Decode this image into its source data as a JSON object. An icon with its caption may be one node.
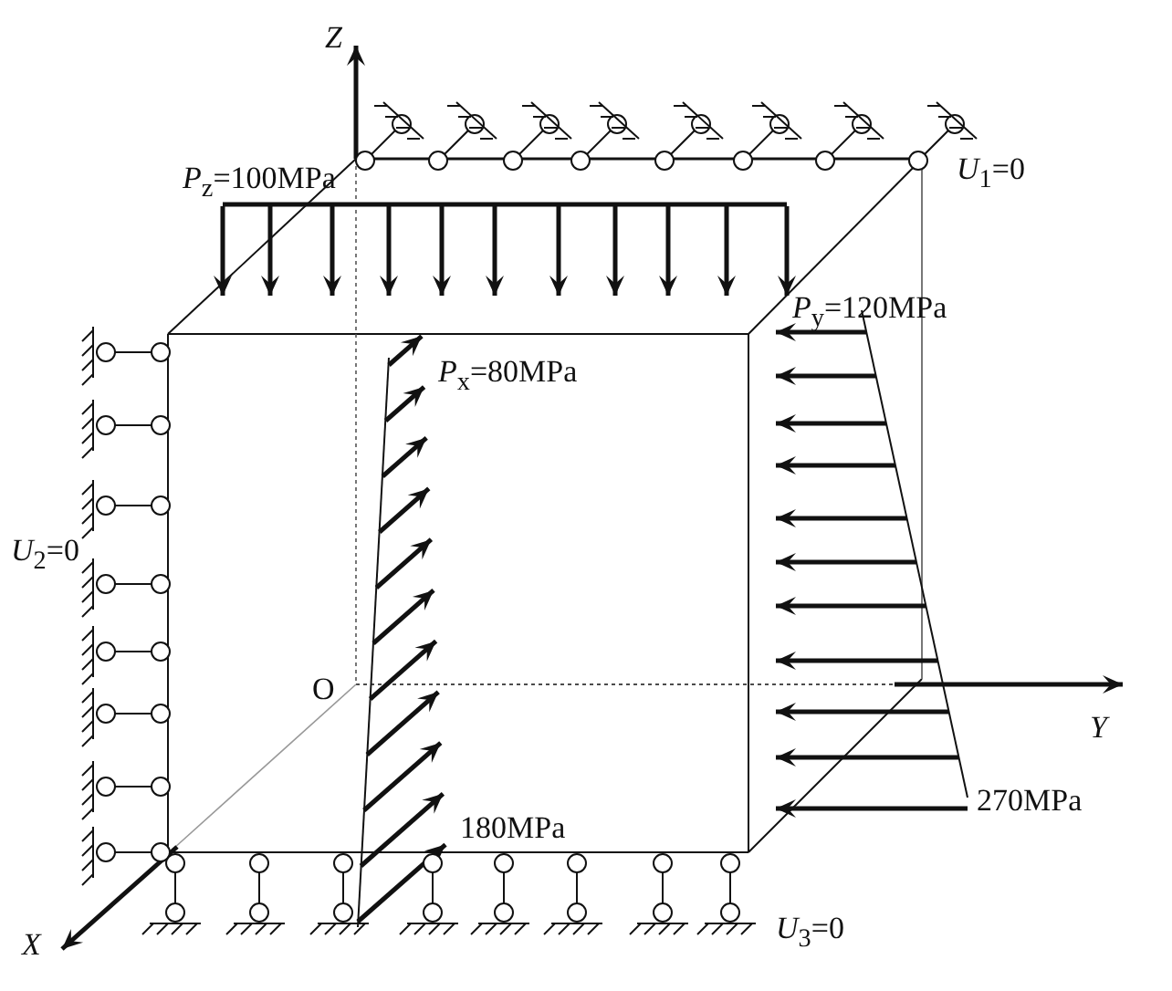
{
  "diagram": {
    "labels": [
      "Z",
      "*P*$_{z}$=100MPa",
      "*U*$_{1}$=0",
      "*P*$_{y}$=120MPa",
      "*P*$_{x}$=80MPa",
      "*U*$_{2}$=0",
      "O",
      "Y",
      "270MPa",
      "180MPa",
      "X",
      "*U*$_{3}$=0"
    ]
  }
}
